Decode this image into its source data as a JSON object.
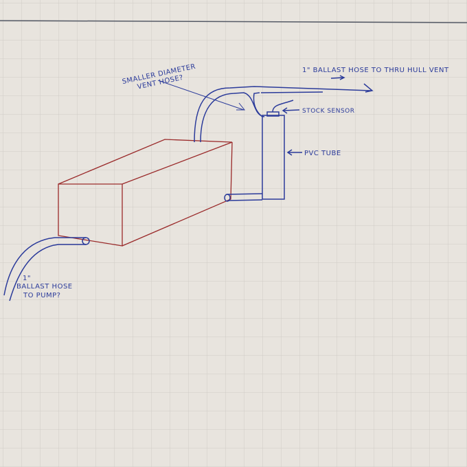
{
  "labels": {
    "vent_hose_line1": "SMALLER DIAMETER",
    "vent_hose_line2": "VENT HOSE?",
    "thru_hull": "1\" BALLAST HOSE TO THRU HULL VENT",
    "stock_sensor": "STOCK SENSOR",
    "pvc_tube": "PVC TUBE",
    "pump_line1": "1\"",
    "pump_line2": "BALLAST HOSE",
    "pump_line3": "TO PUMP?"
  },
  "colors": {
    "paper": "#e8e4de",
    "grid": "#cfcbc6",
    "ink_blue": "#2a3a9a",
    "ink_red": "#9a2a2a"
  }
}
